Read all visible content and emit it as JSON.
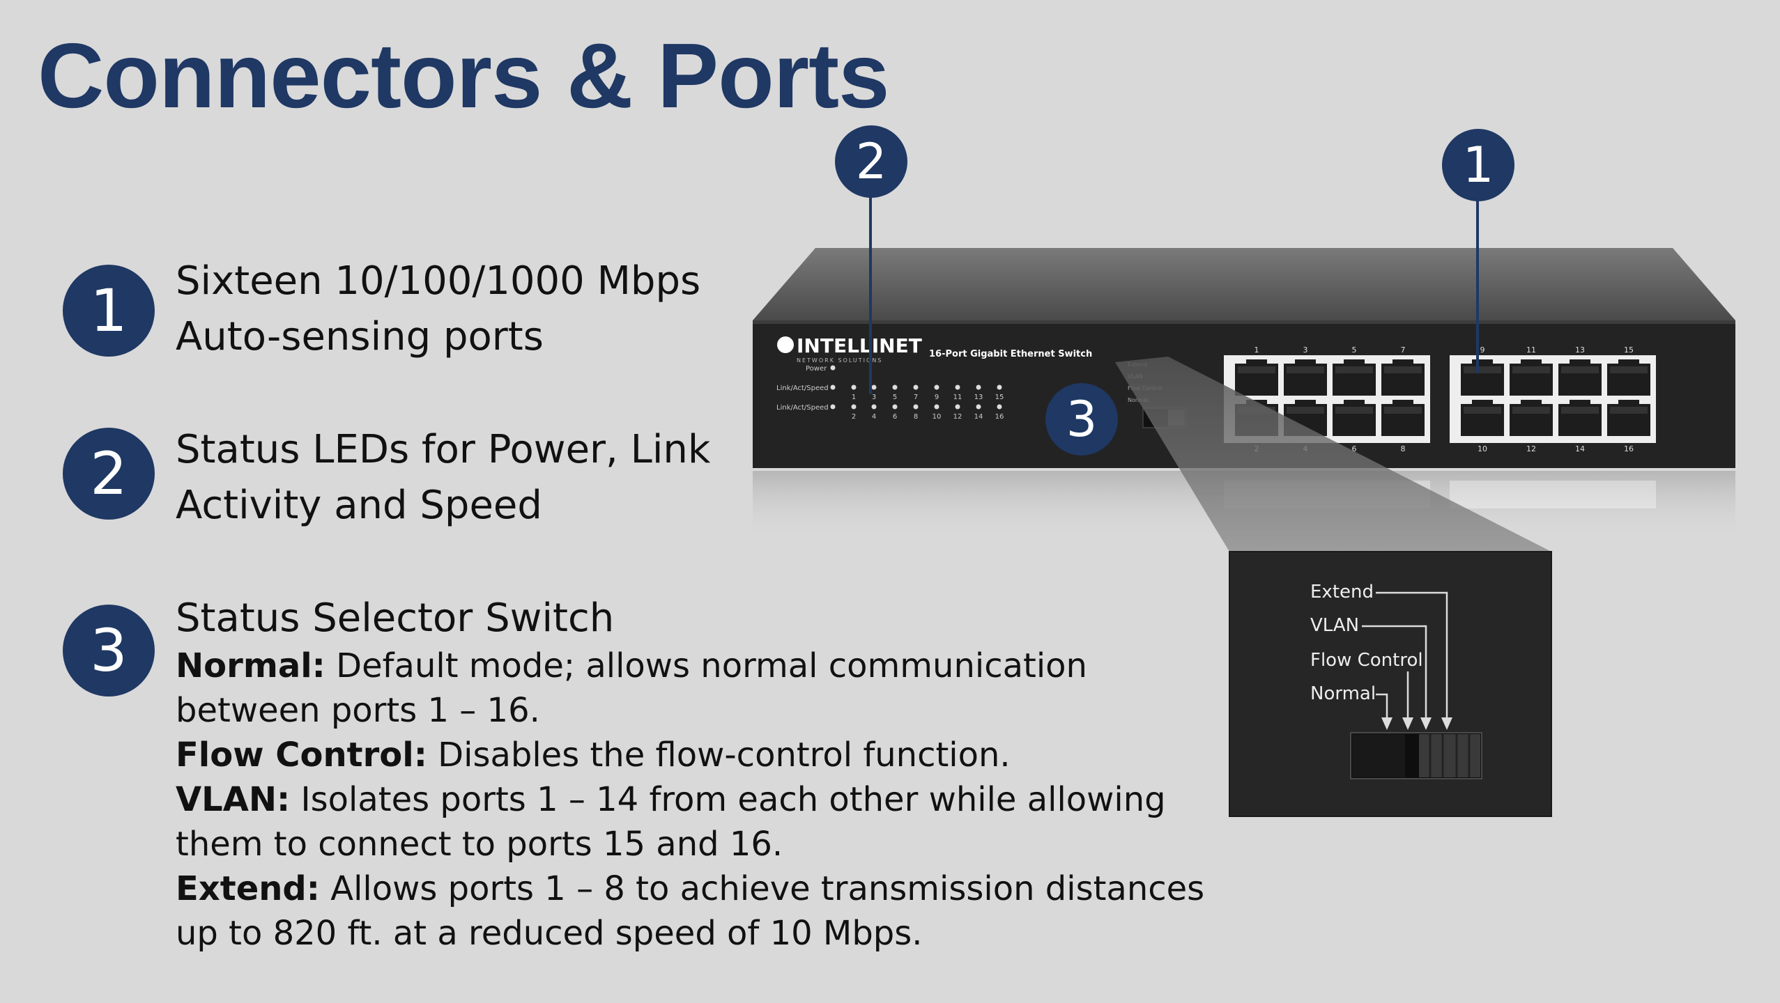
{
  "title": "Connectors & Ports",
  "colors": {
    "accent": "#1f3864",
    "background": "#d9d9d9",
    "device": "#222222"
  },
  "features": [
    {
      "number": "1",
      "line1": "Sixteen 10/100/1000 Mbps",
      "line2": "Auto-sensing ports"
    },
    {
      "number": "2",
      "line1": "Status LEDs for Power, Link",
      "line2": "Activity and Speed"
    },
    {
      "number": "3",
      "line1": "Status Selector Switch"
    }
  ],
  "modes": [
    {
      "term": "Normal:",
      "text": " Default mode; allows normal communication",
      "cont": "between ports 1 – 16."
    },
    {
      "term": "Flow Control:",
      "text": " Disables the flow-control function."
    },
    {
      "term": "VLAN:",
      "text": " Isolates ports 1 – 14 from each other while allowing",
      "cont": "them to connect to ports 15 and 16."
    },
    {
      "term": "Extend:",
      "text": " Allows ports 1 – 8 to achieve transmission distances",
      "cont": "up to 820 ft. at a reduced speed of 10 Mbps."
    }
  ],
  "callouts": {
    "ports": "1",
    "leds": "2",
    "switch": "3"
  },
  "device": {
    "brand": "INTELLINET",
    "brand_sub": "NETWORK SOLUTIONS",
    "model": "16-Port Gigabit Ethernet Switch",
    "power_label": "Power",
    "led_row_label": "Link/Act/Speed",
    "led_top_numbers": [
      "1",
      "3",
      "5",
      "7",
      "9",
      "11",
      "13",
      "15"
    ],
    "led_bottom_numbers": [
      "2",
      "4",
      "6",
      "8",
      "10",
      "12",
      "14",
      "16"
    ],
    "port_top_numbers": [
      "1",
      "3",
      "5",
      "7",
      "9",
      "11",
      "13",
      "15"
    ],
    "port_bottom_numbers": [
      "2",
      "4",
      "6",
      "8",
      "10",
      "12",
      "14",
      "16"
    ]
  },
  "zoom_labels": [
    "Extend",
    "VLAN",
    "Flow Control",
    "Normal"
  ],
  "switch_mini_labels": [
    "Extend",
    "VLAN",
    "Flow Control",
    "Normal"
  ]
}
